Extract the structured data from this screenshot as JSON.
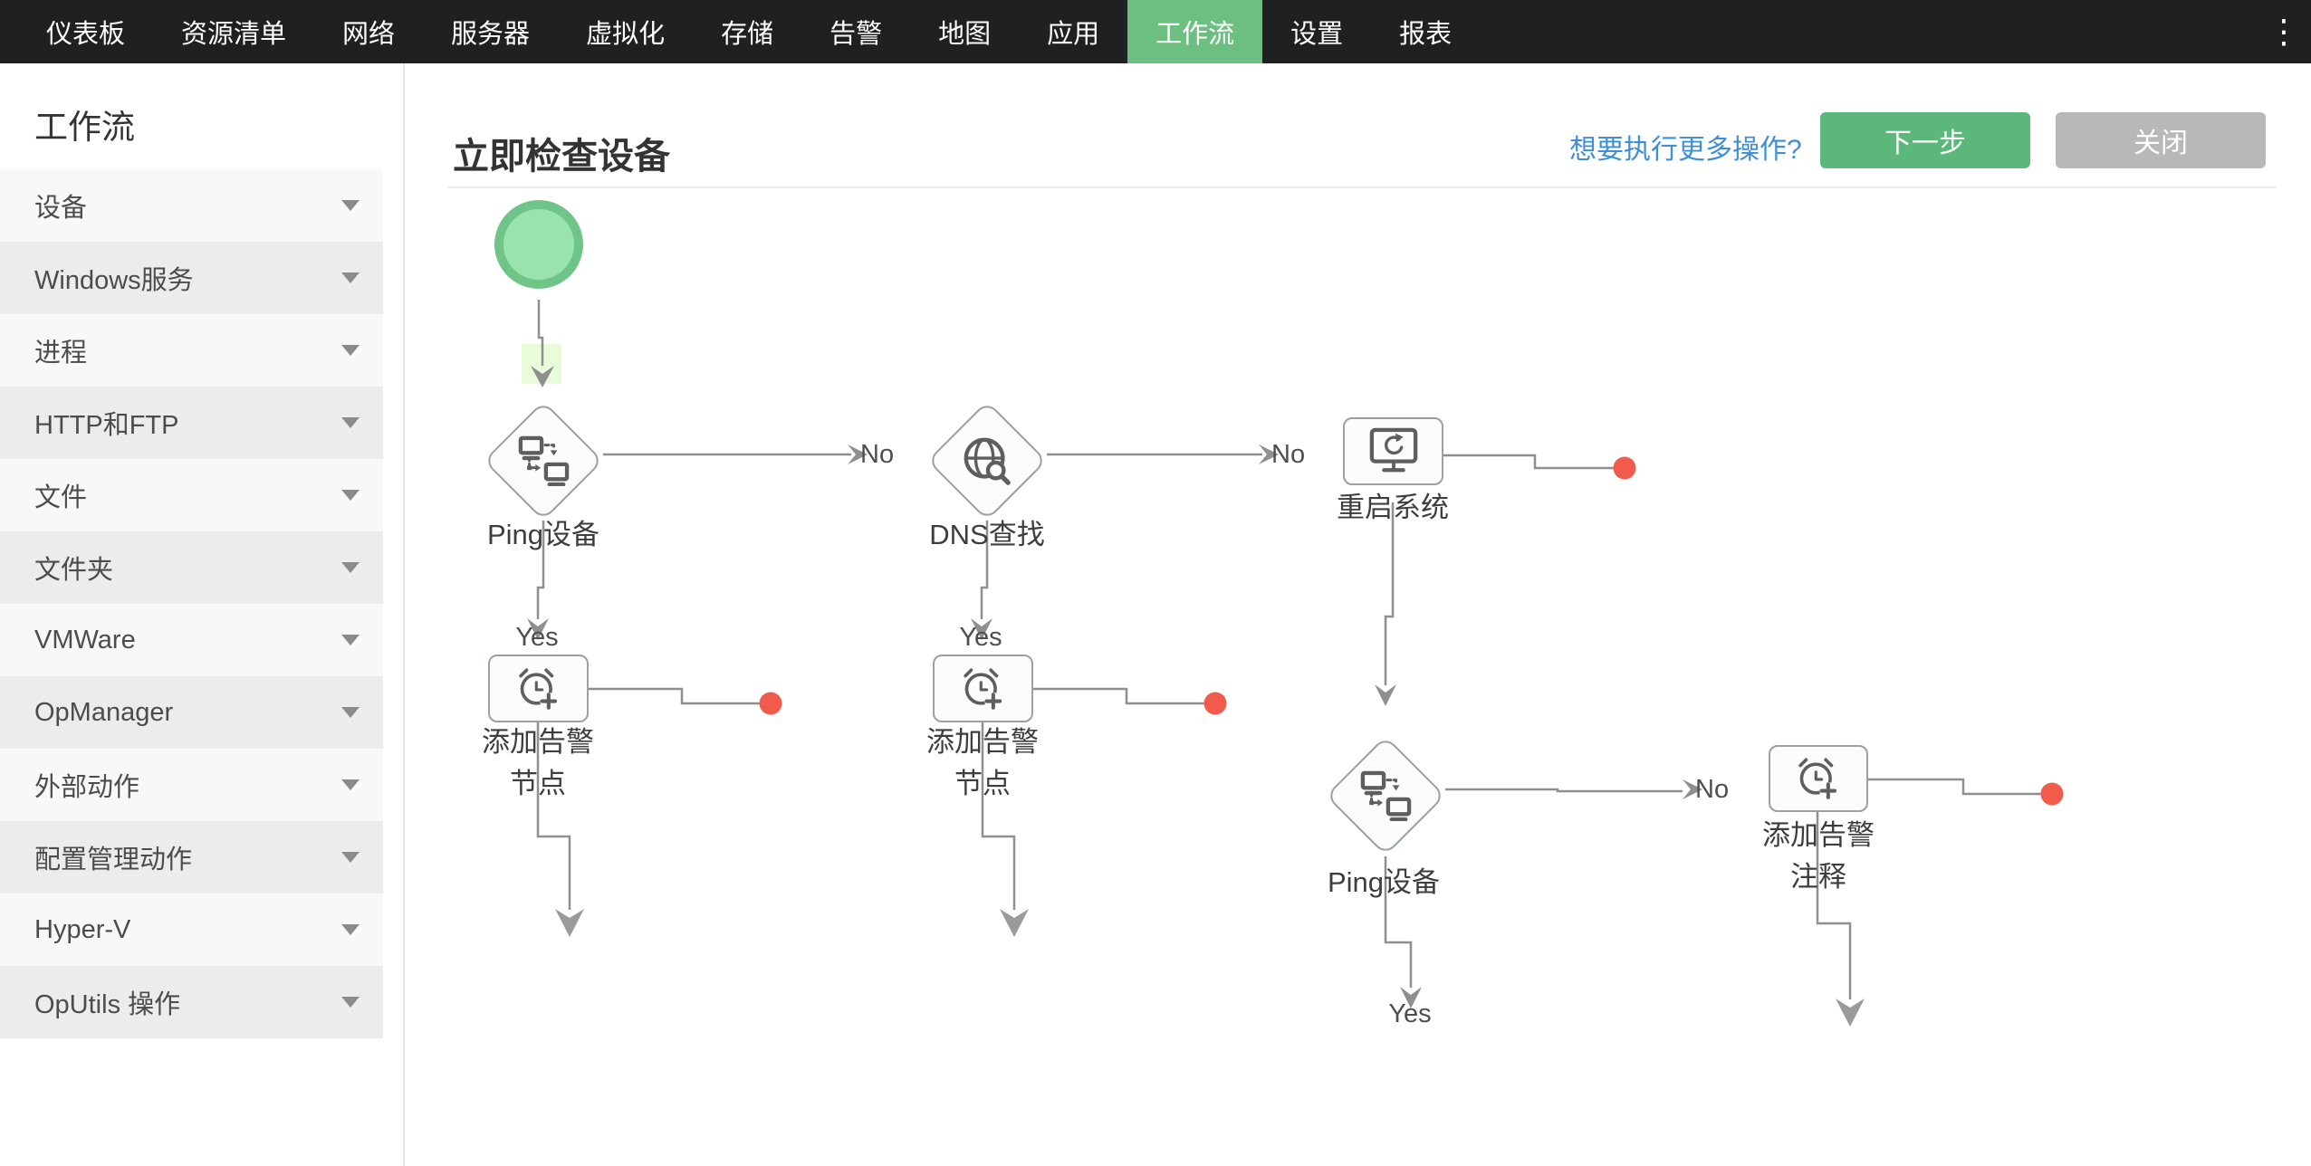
{
  "colors": {
    "nav-bg": "#1f2020",
    "nav-active": "#6cbf81",
    "link-blue": "#3d8fd8",
    "btn-green": "#5cb87a",
    "btn-gray": "#b8b8b8",
    "start-ring": "#6fc588",
    "start-fill": "#98e3ae",
    "arrow-highlight": "#e9fbd8",
    "line-gray": "#8f8f8f",
    "node-border": "#9ba0a0",
    "node-fill": "#fbfdfd",
    "dot-red": "#f05b4b"
  },
  "nav": {
    "items": [
      {
        "label": "仪表板",
        "active": false
      },
      {
        "label": "资源清单",
        "active": false
      },
      {
        "label": "网络",
        "active": false
      },
      {
        "label": "服务器",
        "active": false
      },
      {
        "label": "虚拟化",
        "active": false
      },
      {
        "label": "存储",
        "active": false
      },
      {
        "label": "告警",
        "active": false
      },
      {
        "label": "地图",
        "active": false
      },
      {
        "label": "应用",
        "active": false
      },
      {
        "label": "工作流",
        "active": true
      },
      {
        "label": "设置",
        "active": false
      },
      {
        "label": "报表",
        "active": false
      }
    ],
    "overflow_menu_icon": "⋮"
  },
  "sidebar": {
    "title": "工作流",
    "items": [
      {
        "label": "设备"
      },
      {
        "label": "Windows服务"
      },
      {
        "label": "进程"
      },
      {
        "label": "HTTP和FTP"
      },
      {
        "label": "文件"
      },
      {
        "label": "文件夹"
      },
      {
        "label": "VMWare"
      },
      {
        "label": "OpManager"
      },
      {
        "label": "外部动作"
      },
      {
        "label": "配置管理动作"
      },
      {
        "label": "Hyper-V"
      },
      {
        "label": "OpUtils 操作"
      }
    ]
  },
  "header": {
    "title": "立即检查设备",
    "more_link": "想要执行更多操作?",
    "next_button": "下一步",
    "close_button": "关闭"
  },
  "workflow": {
    "nodes": {
      "ping1": "Ping设备",
      "dns": "DNS查找",
      "restart": "重启系统",
      "add_alarm_note1": "添加告警\n节点",
      "add_alarm_note2": "添加告警\n节点",
      "ping2": "Ping设备",
      "add_alarm_comment": "添加告警\n注释"
    },
    "edge_labels": {
      "yes": "Yes",
      "no": "No"
    }
  }
}
